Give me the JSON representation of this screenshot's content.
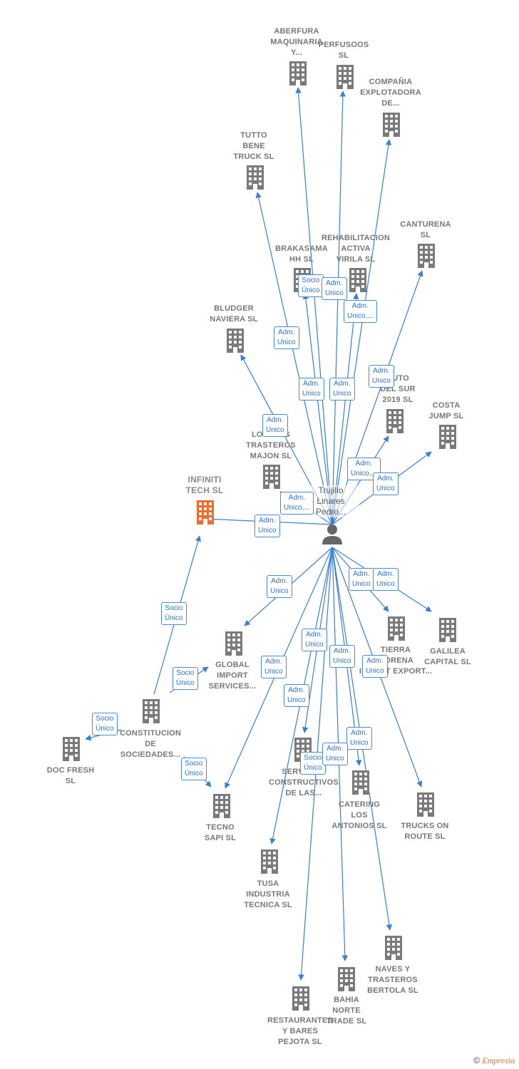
{
  "center": {
    "label": "Trujillo\nLinares\nPedro...",
    "icon": "person-icon"
  },
  "colors": {
    "edge": "#3a7fd5",
    "building": "#7a7a7a",
    "highlight": "#f26b2e",
    "badge_border": "#4a8ad8"
  },
  "companies": [
    {
      "id": "aberfura",
      "label": "ABERFURA\nMAQUINARIA\nY...",
      "icon": "building-icon"
    },
    {
      "id": "perfusoos",
      "label": "PERFUSOOS\nSL",
      "icon": "building-icon"
    },
    {
      "id": "compania",
      "label": "COMPAÑIA\nEXPLOTADORA\nDE...",
      "icon": "building-icon"
    },
    {
      "id": "tutto",
      "label": "TUTTO\nBENE\nTRUCK  SL",
      "icon": "building-icon"
    },
    {
      "id": "rehab",
      "label": "REHABILITACION\nACTIVA\nVIRILA  SL",
      "icon": "building-icon"
    },
    {
      "id": "brakasama",
      "label": "BRAKASAMA\nHH  SL",
      "icon": "building-icon"
    },
    {
      "id": "canturena",
      "label": "CANTURENA\nSL",
      "icon": "building-icon"
    },
    {
      "id": "bludger",
      "label": "BLUDGER\nNAVIERA  SL",
      "icon": "building-icon"
    },
    {
      "id": "auto",
      "label": "AUTO\nDEL SUR\n2019  SL",
      "icon": "building-icon"
    },
    {
      "id": "costa",
      "label": "COSTA\nJUMP  SL",
      "icon": "building-icon"
    },
    {
      "id": "locales",
      "label": "LOCALES\nTRASTEROS\nMAJON  SL",
      "icon": "building-icon"
    },
    {
      "id": "infiniti",
      "label": "INFINITI\nTECH  SL",
      "icon": "building-icon"
    },
    {
      "id": "global",
      "label": "GLOBAL\nIMPORT\nSERVICES...",
      "icon": "building-icon"
    },
    {
      "id": "tierra",
      "label": "TIERRA\nMORENA\nIMPORT EXPORT...",
      "icon": "building-icon"
    },
    {
      "id": "galilea",
      "label": "GALILEA\nCAPITAL  SL",
      "icon": "building-icon"
    },
    {
      "id": "constitucion",
      "label": "CONSTITUCION\nDE\nSOCIEDADES...",
      "icon": "building-icon"
    },
    {
      "id": "docfresh",
      "label": "DOC FRESH\nSL",
      "icon": "building-icon"
    },
    {
      "id": "servicios",
      "label": "SERVICIOS\nCONSTRUCTIVOS\nDE LAS...",
      "icon": "building-icon"
    },
    {
      "id": "catering",
      "label": "CATERING\nLOS\nANTONIOS  SL",
      "icon": "building-icon"
    },
    {
      "id": "trucks",
      "label": "TRUCKS ON\nROUTE  SL",
      "icon": "building-icon"
    },
    {
      "id": "tecno",
      "label": "TECNO\nSAPI  SL",
      "icon": "building-icon"
    },
    {
      "id": "tusa",
      "label": "TUSA\nINDUSTRIA\nTECNICA  SL",
      "icon": "building-icon"
    },
    {
      "id": "naves",
      "label": "NAVES Y\nTRASTEROS\nBERTOLA  SL",
      "icon": "building-icon"
    },
    {
      "id": "bahia",
      "label": "BAHIA\nNORTE\nTRADE  SL",
      "icon": "building-icon"
    },
    {
      "id": "restaurantes",
      "label": "RESTAURANTES\nY BARES\nPEJOTA  SL",
      "icon": "building-icon"
    }
  ],
  "badges": [
    {
      "text": "Socio\nÚnico"
    },
    {
      "text": "Adm.\nUnico"
    },
    {
      "text": "Adm.\nUnico,..."
    },
    {
      "text": "Adm.\nUnico"
    },
    {
      "text": "Adm.\nUnico"
    },
    {
      "text": "Adm.\nUnico"
    },
    {
      "text": "Adm.\nUnico"
    },
    {
      "text": "Adm.\nUnico"
    },
    {
      "text": "Adm.\nUnico,..."
    },
    {
      "text": "Adm.\nUnico"
    },
    {
      "text": "Adm.\nUnico,..."
    },
    {
      "text": "Adm.\nUnico"
    },
    {
      "text": "Adm.\nUnico"
    },
    {
      "text": "Adm.\nUnico"
    },
    {
      "text": "Adm.\nUnico"
    },
    {
      "text": "Socio\nÚnico"
    },
    {
      "text": "Adm.\nUnico"
    },
    {
      "text": "Adm.\nUnico"
    },
    {
      "text": "Socio\nÚnico"
    },
    {
      "text": "Adm.\nUnico"
    },
    {
      "text": "Adm.\nUnico"
    },
    {
      "text": "Adm.\nUnico"
    },
    {
      "text": "Socio\nÚnico"
    },
    {
      "text": "Socio\nÚnico"
    },
    {
      "text": "Adm.\nUnico"
    },
    {
      "text": "Socio\nÚnico"
    },
    {
      "text": "Adm.\nUnico"
    }
  ],
  "footer": {
    "copyright": "©",
    "brand": "Empresia"
  }
}
